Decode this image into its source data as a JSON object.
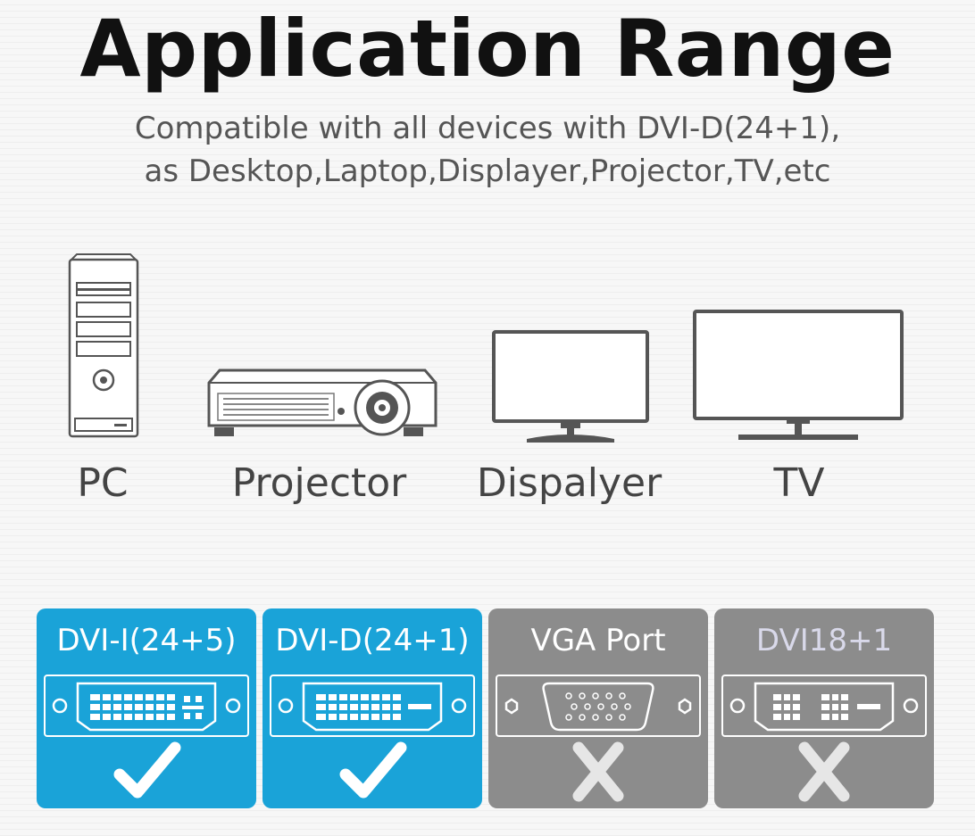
{
  "header": {
    "title": "Application Range",
    "subtitle_line1": "Compatible with all devices with DVI-D(24+1),",
    "subtitle_line2": "as Desktop,Laptop,Displayer,Projector,TV,etc"
  },
  "devices": [
    {
      "label": "PC",
      "icon": "pc-tower-icon"
    },
    {
      "label": "Projector",
      "icon": "projector-icon"
    },
    {
      "label": "Dispalyer",
      "icon": "monitor-icon"
    },
    {
      "label": "TV",
      "icon": "tv-icon"
    }
  ],
  "ports": [
    {
      "label": "DVI-I(24+5)",
      "compatible": true,
      "icon": "dvi-i-connector-icon"
    },
    {
      "label": "DVI-D(24+1)",
      "compatible": true,
      "icon": "dvi-d-connector-icon"
    },
    {
      "label": "VGA Port",
      "compatible": false,
      "icon": "vga-connector-icon"
    },
    {
      "label": "DVI18+1",
      "compatible": false,
      "icon": "dvi-18-1-connector-icon"
    }
  ],
  "colors": {
    "compatible_bg": "#1aa3d8",
    "incompatible_bg": "#8c8c8c",
    "title": "#111111"
  }
}
